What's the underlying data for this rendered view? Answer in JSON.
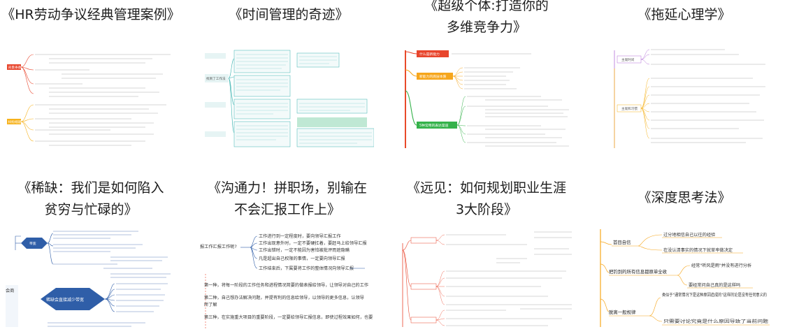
{
  "cards": [
    {
      "title": "《HR劳动争议经典管理案例》",
      "node_a": "背景条款",
      "node_b": "纠纷规避"
    },
    {
      "title": "《时间管理的奇迹》",
      "node_a": "找到了工作法"
    },
    {
      "title": "《超级个体:打造你的\n多维竞争力》",
      "node_a": "什么是新能力",
      "node_b": "新能力的底层本质",
      "node_c": "5种常用的表达渠道"
    },
    {
      "title": "《拖延心理学》",
      "node_a": "主观时间",
      "node_b": "主观和习惯"
    },
    {
      "title": "《稀缺：我们是如何陷入\n贫穷与忙碌的》",
      "node_a": "带宽",
      "node_b": "稀缺会直接减少带宽",
      "node_c": "会商"
    },
    {
      "title": "《沟通力！拼职场，别输在\n不会汇报工作上》",
      "center": "报工作汇报工作呢?",
      "items": [
        "工作进行到一定程度时，要向领导汇报工作",
        "工作出现意外时，一定不要硬扛着，要赶马上给领导汇报",
        "工作出错时，一定不能因为害怕被批评而遮隐瞒",
        "凡是超出自己权限的事情，一定要向领导汇报",
        "工作结束后，下属要将工作的整体情况向领导汇报"
      ],
      "steps": [
        "第一种，将每一阶段的工作任务和进程情况简要的做表报给领导，让领导对自己的工作",
        "第二种，自己想办法解决问题，并提有利的信息给领导，以领导的更多信息，认领导",
        "所了解",
        "第三种，在实施重大项目的重要阶段，一定要给领导汇报信息，即使过程效果如何，也要"
      ]
    },
    {
      "title": "《远见：如何规划职业生涯\n3大阶段》"
    },
    {
      "title": "《深度思考法》",
      "nodes": [
        "首目自信",
        "把钓到的所有信息都原单全收",
        "脱离一般规律"
      ],
      "items": [
        "过分地相信自己以往的经验",
        "在没认清事实的情况下就草率做决定",
        "经常\"听风是雨\"并没有进行分析",
        "要经常问自己真的是这样吗",
        "类似于\"通常情况下是这种原因造成的\"这样的论是没有任何意义的",
        "只需要讨论究竟是什么原因导致了当前问题"
      ]
    }
  ]
}
